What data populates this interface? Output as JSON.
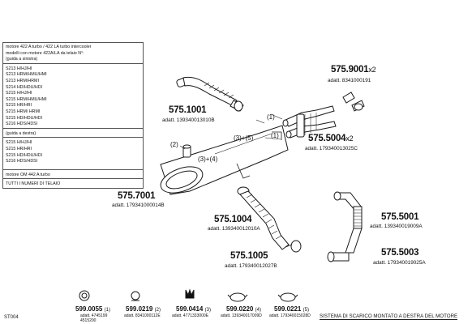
{
  "legend": {
    "header_lines": [
      "motore 422 A turbo / 422 LA turbo intercooler",
      "modelli con motore 422A/LA da telaio N°:",
      "(guida a sinistra)"
    ],
    "left_models": [
      "S213 H/HJ/HI",
      "S213 HRM/HMU/HMI",
      "S213 HRM/HRMI",
      "S214 HD/HDU/HDI",
      "S215 H/HJ/HI",
      "S215 HRM/HMU/HMI",
      "S215 HR/HRI",
      "S215 HRM/ HRMI",
      "S215 HD/HDU/HDI",
      "S216 HDS/HDSI"
    ],
    "right_header": "(guida a destra)",
    "right_models": [
      "S215 H/HJ/HI",
      "S215 HR/HRI",
      "S215 HD/HDU/HDI",
      "S216 HDS/HDSI"
    ],
    "om_engine": "motore OM 442 A turbo",
    "frames": "TUTTI I NUMERI DI TELAIO"
  },
  "parts": [
    {
      "id": "p5759001",
      "number": "575.9001",
      "multiplier": "x2",
      "adatt": "adatt. 8341000191"
    },
    {
      "id": "p5751001",
      "number": "575.1001",
      "multiplier": "",
      "adatt": "adatt. 139340013010B"
    },
    {
      "id": "p5755004",
      "number": "575.5004",
      "multiplier": "x2",
      "adatt": "adatt. 179340013025C"
    },
    {
      "id": "p5757001",
      "number": "575.7001",
      "multiplier": "",
      "adatt": "adatt. 179341000014B"
    },
    {
      "id": "p5751004",
      "number": "575.1004",
      "multiplier": "",
      "adatt": "adatt. 139340012010A"
    },
    {
      "id": "p5755001",
      "number": "575.5001",
      "multiplier": "",
      "adatt": "adatt. 139340019009A"
    },
    {
      "id": "p5751005",
      "number": "575.1005",
      "multiplier": "",
      "adatt": "adatt. 179340012027B"
    },
    {
      "id": "p5755003",
      "number": "575.5003",
      "multiplier": "",
      "adatt": "adatt. 179340019025A"
    }
  ],
  "callouts": {
    "c1_upper": "(1)",
    "c1_lower": "(1)",
    "c2": "(2)",
    "c35": "(3)+(5)",
    "c34": "(3)+(4)"
  },
  "bottom_parts": [
    {
      "number": "599.0055",
      "qty": "(1)",
      "adatt": "adatt. 4745199",
      "adatt2": "4515200"
    },
    {
      "number": "599.0219",
      "qty": "(2)",
      "adatt": "adatt. 8341000112E",
      "adatt2": ""
    },
    {
      "number": "599.0414",
      "qty": "(3)",
      "adatt": "adatt. 4771333000E",
      "adatt2": ""
    },
    {
      "number": "599.0220",
      "qty": "(4)",
      "adatt": "adatt. 139340017009D",
      "adatt2": ""
    },
    {
      "number": "599.0221",
      "qty": "(5)",
      "adatt": "adatt. 179340015028D",
      "adatt2": ""
    }
  ],
  "footer": {
    "code": "ST004",
    "system": "SISTEMA DI SCARICO MONTATO A DESTRA DEL MOTORE"
  }
}
